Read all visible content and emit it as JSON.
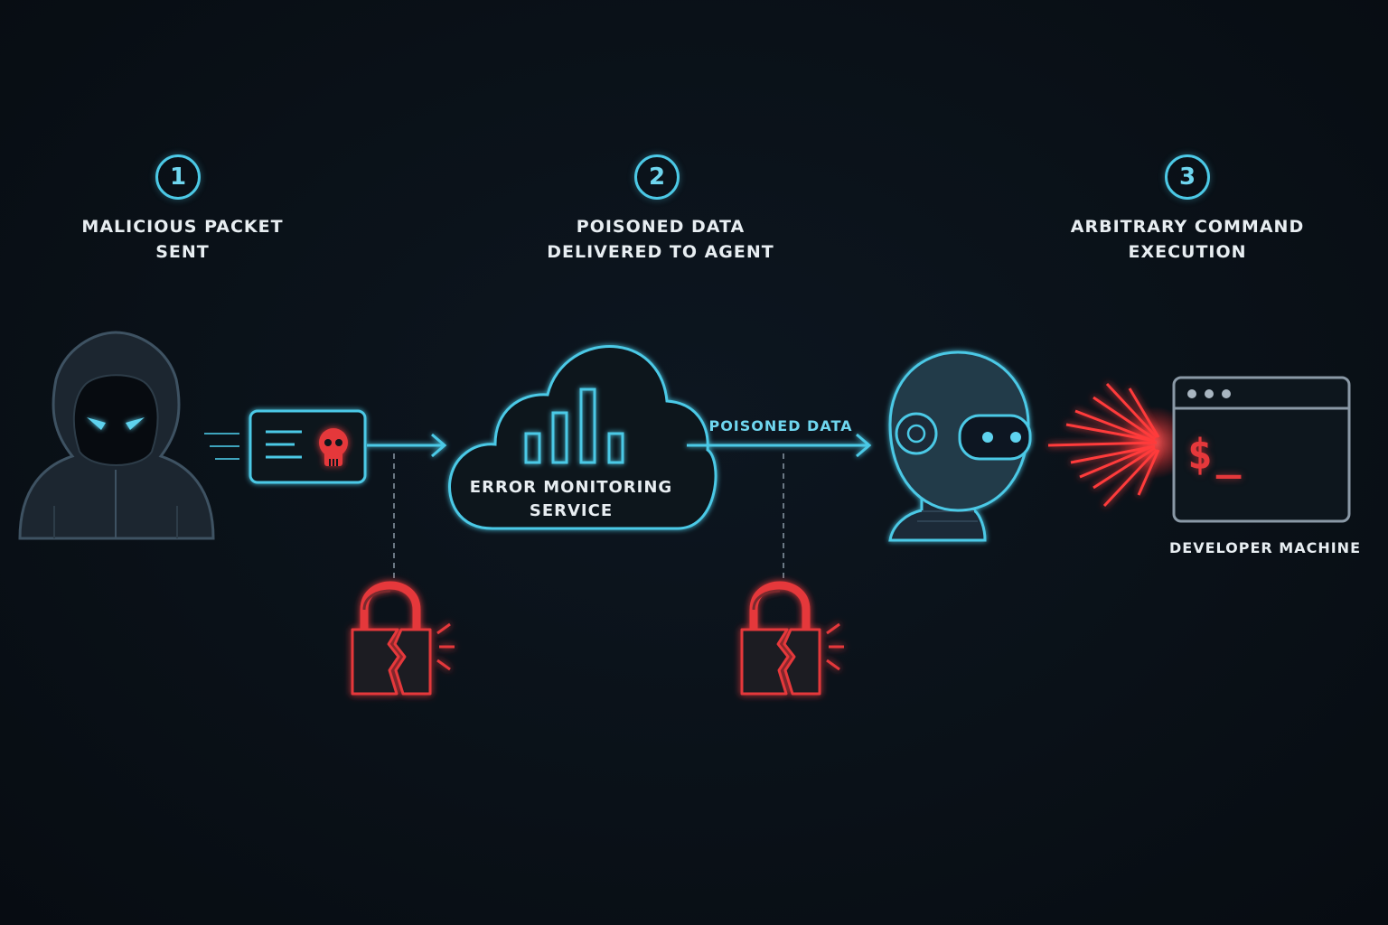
{
  "steps": [
    {
      "number": "1",
      "title": "MALICIOUS PACKET\nSENT"
    },
    {
      "number": "2",
      "title": "POISONED DATA\nDELIVERED TO AGENT"
    },
    {
      "number": "3",
      "title": "ARBITRARY COMMAND\nEXECUTION"
    }
  ],
  "cloud": {
    "label": "ERROR MONITORING\nSERVICE"
  },
  "arrow_label": "POISONED DATA",
  "terminal": {
    "prompt": "$_",
    "caption": "DEVELOPER MACHINE"
  },
  "icons": [
    "hacker-icon",
    "malicious-packet-icon",
    "skull-icon",
    "cloud-icon",
    "bar-chart-icon",
    "broken-lock-icon",
    "robot-agent-icon",
    "explosion-icon",
    "terminal-window-icon"
  ],
  "colors": {
    "accent": "#4cc9e6",
    "danger": "#e5383b",
    "text": "#e8eef2",
    "background": "#0a1118"
  }
}
